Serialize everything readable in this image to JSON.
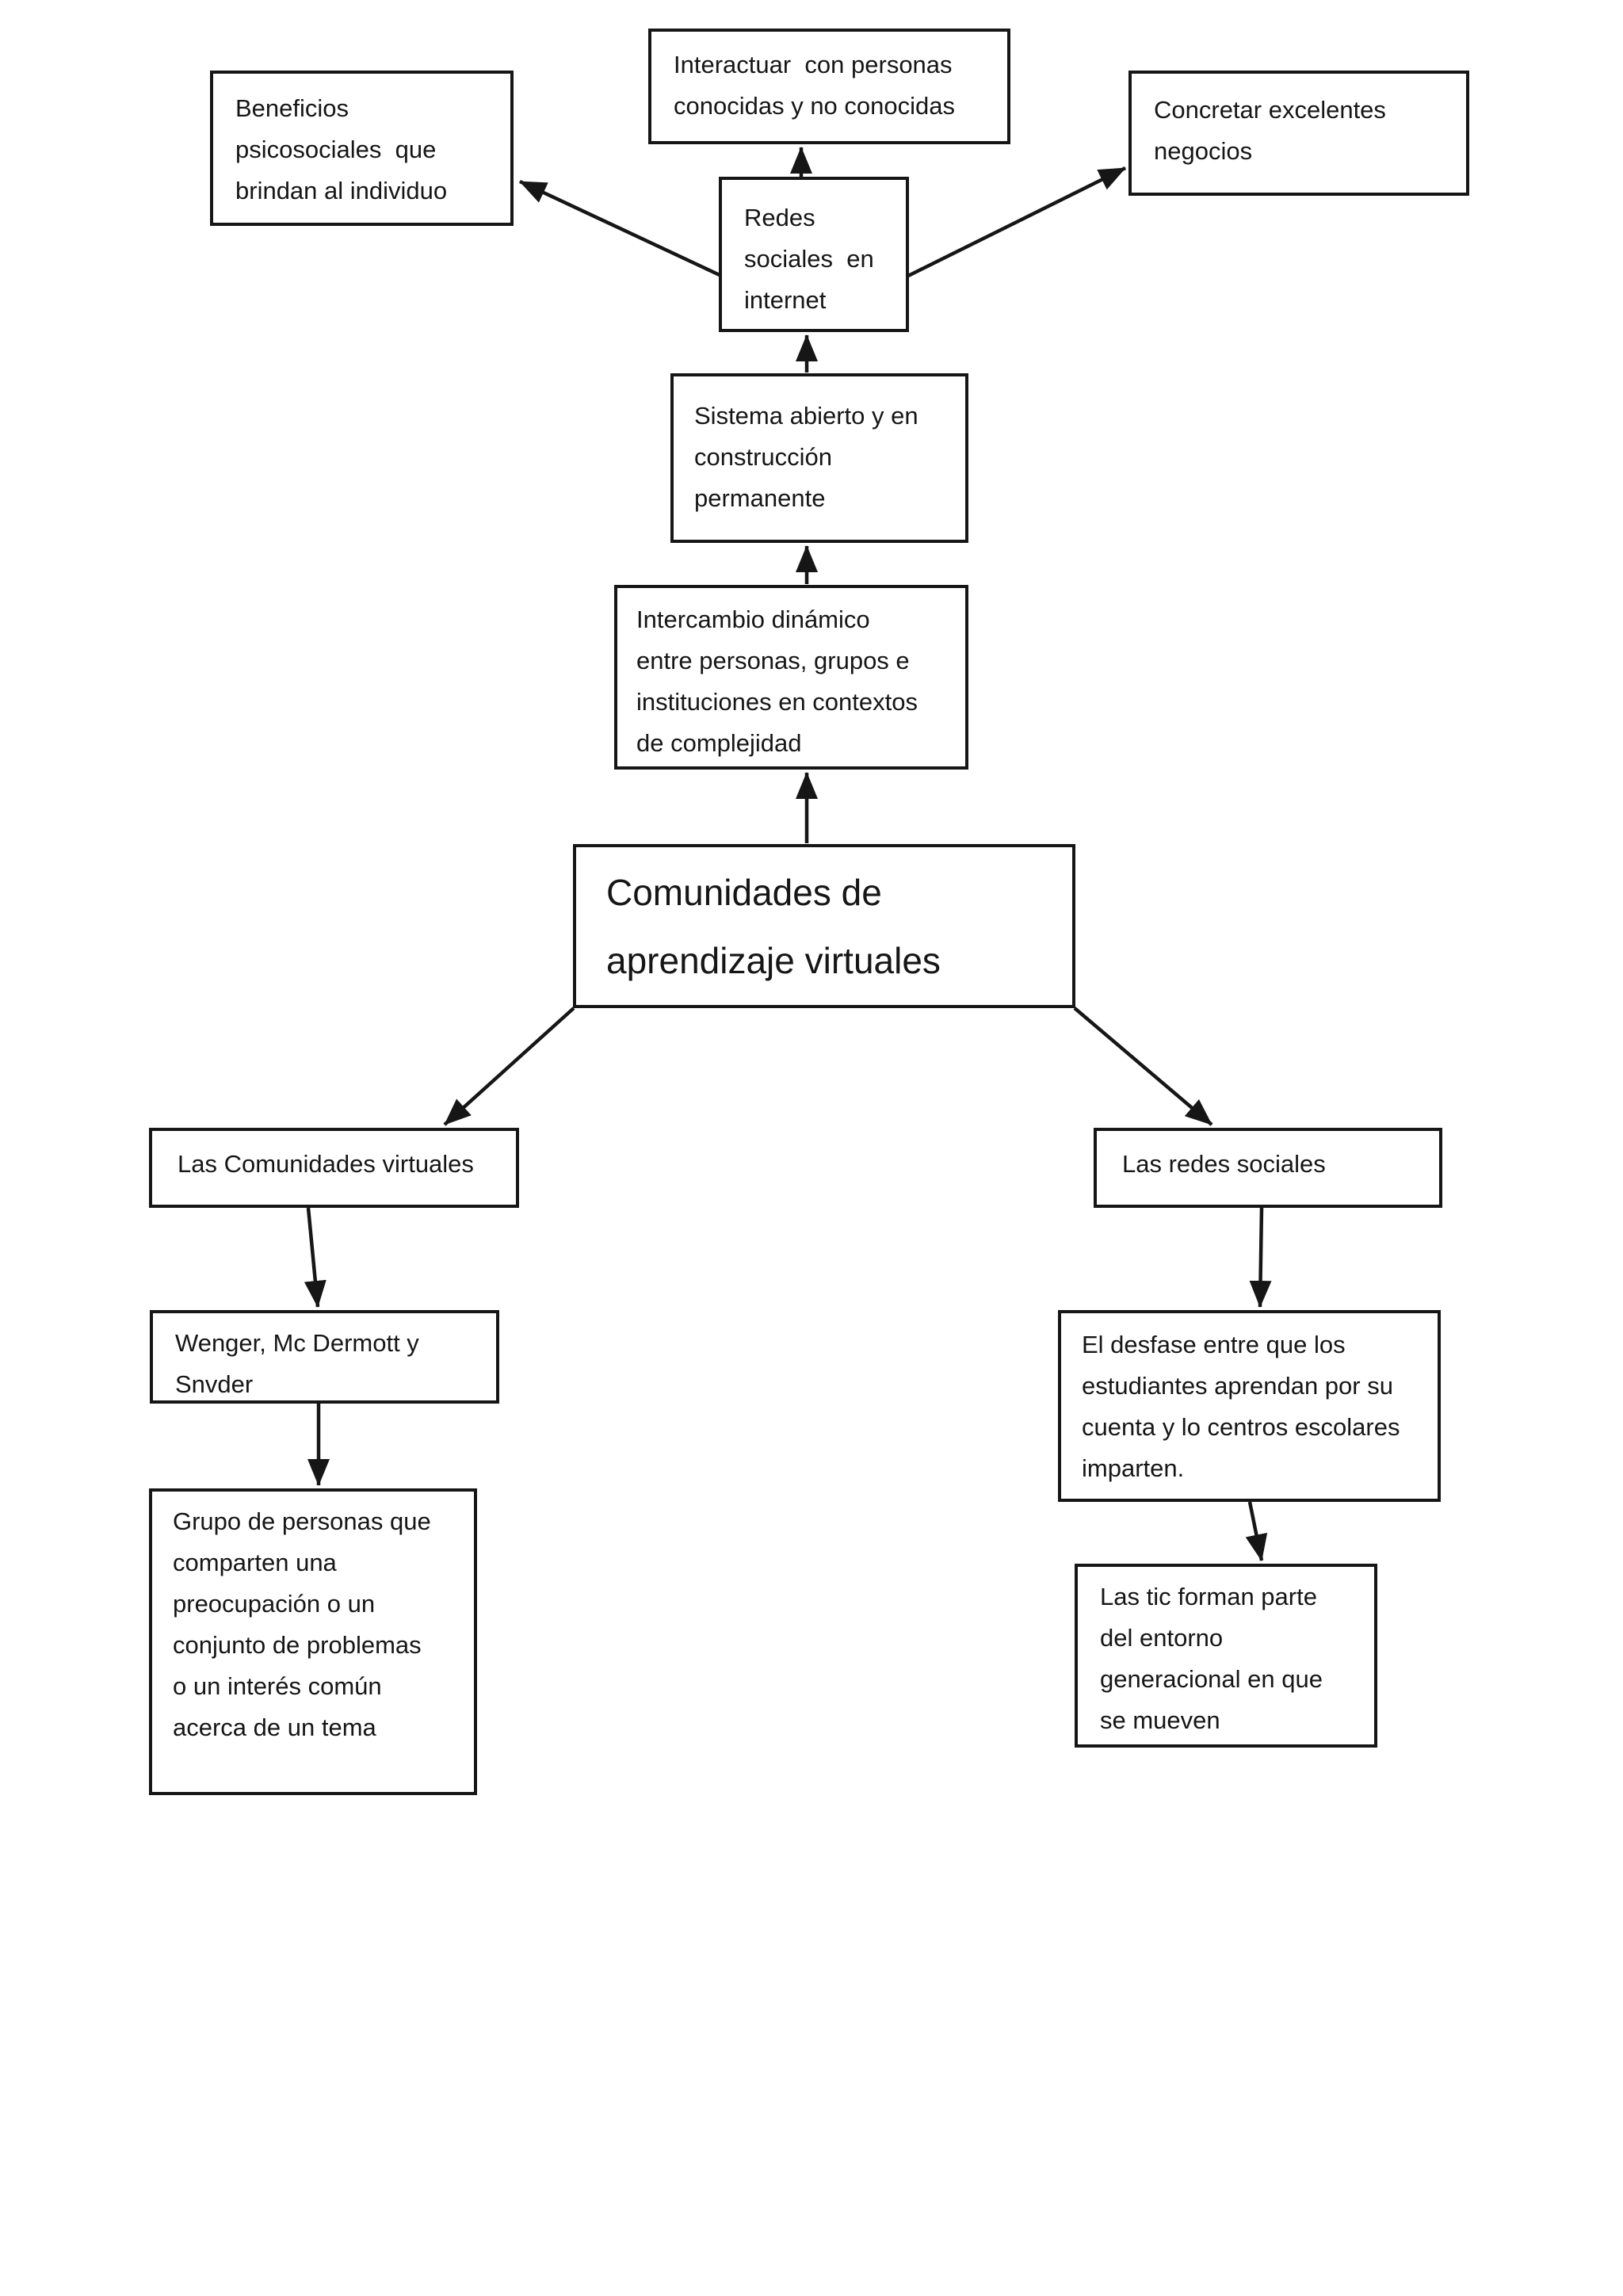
{
  "page": {
    "background_color": "#ffffff",
    "ink_color": "#161616",
    "diagram_topic": "Comunidades de aprendizaje virtuales"
  },
  "nodes": {
    "interactuar": {
      "lines": [
        "Interactuar  con personas",
        "conocidas y no conocidas"
      ]
    },
    "beneficios": {
      "lines": [
        "Beneficios",
        "psicosociales  que",
        "brindan al individuo"
      ]
    },
    "concretar": {
      "lines": [
        "Concretar excelentes",
        "negocios"
      ]
    },
    "redes": {
      "lines": [
        "Redes",
        "sociales  en",
        "internet"
      ]
    },
    "sistema": {
      "lines": [
        "Sistema abierto y en",
        "construcción",
        "permanente"
      ]
    },
    "intercambio": {
      "lines": [
        "Intercambio dinámico",
        "entre personas, grupos e",
        "instituciones en contextos",
        "de complejidad"
      ]
    },
    "comunidades": {
      "lines": [
        "Comunidades de",
        "aprendizaje virtuales"
      ]
    },
    "las_comunidades": {
      "lines": [
        "Las Comunidades virtuales"
      ]
    },
    "las_redes": {
      "lines": [
        "Las redes sociales"
      ]
    },
    "wenger": {
      "lines": [
        "Wenger, Mc Dermott y",
        "Snvder"
      ]
    },
    "grupo": {
      "lines": [
        "Grupo de personas que",
        "comparten una",
        "preocupación o un",
        "conjunto de problemas",
        "o un interés común",
        "acerca de un tema"
      ]
    },
    "desfase": {
      "lines": [
        "El desfase entre que los",
        "estudiantes aprendan por su",
        "cuenta y lo centros escolares",
        "imparten."
      ]
    },
    "tic": {
      "lines": [
        "Las tic forman parte",
        "del entorno",
        "generacional en que",
        "se mueven"
      ]
    }
  }
}
